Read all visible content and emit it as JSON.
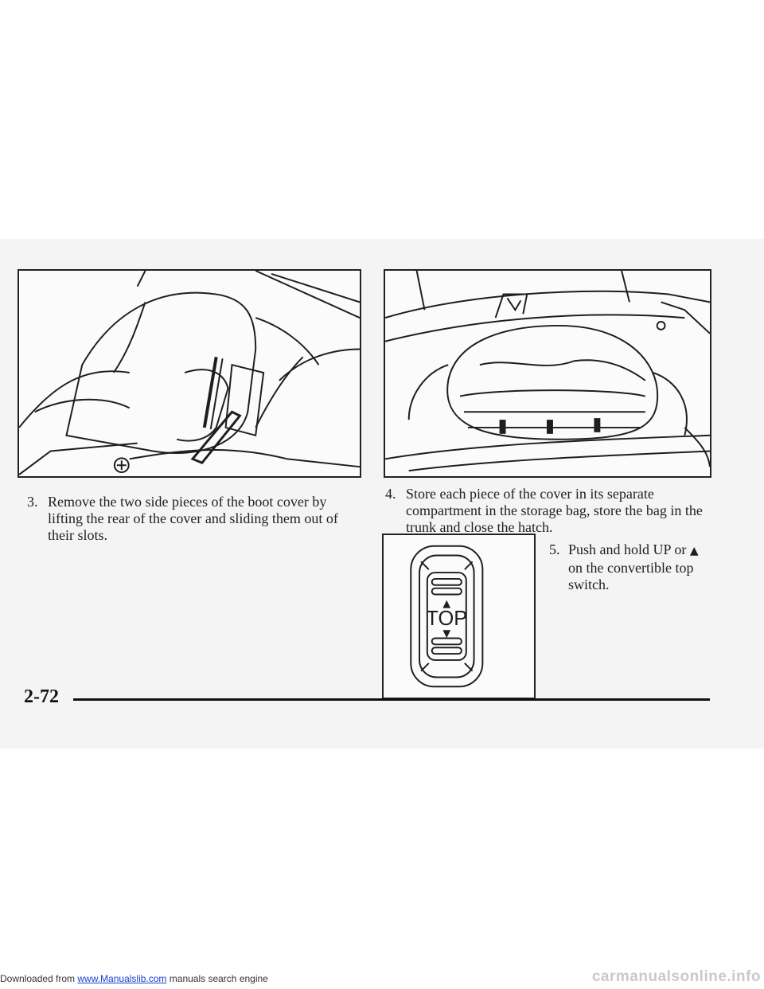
{
  "footer": {
    "prefix": "Downloaded from ",
    "link": "www.Manualslib.com",
    "suffix": " manuals search engine"
  },
  "watermark": "carmanualsonline.info",
  "page_number": "2-72",
  "steps": [
    {
      "number": "3.",
      "text": "Remove the two side pieces of the boot cover by lifting the rear of the cover and sliding them out of their slots."
    },
    {
      "number": "4.",
      "text": "Store each piece of the cover in its separate compartment in the storage bag, store the bag in the trunk and close the hatch."
    },
    {
      "number": "5.",
      "text_before": "Push and hold UP or ",
      "arrow": "▲",
      "text_after": " on the convertible top switch."
    }
  ],
  "switch_label": "TOP",
  "switch_up_symbol": "▲",
  "switch_down_symbol": "▼"
}
